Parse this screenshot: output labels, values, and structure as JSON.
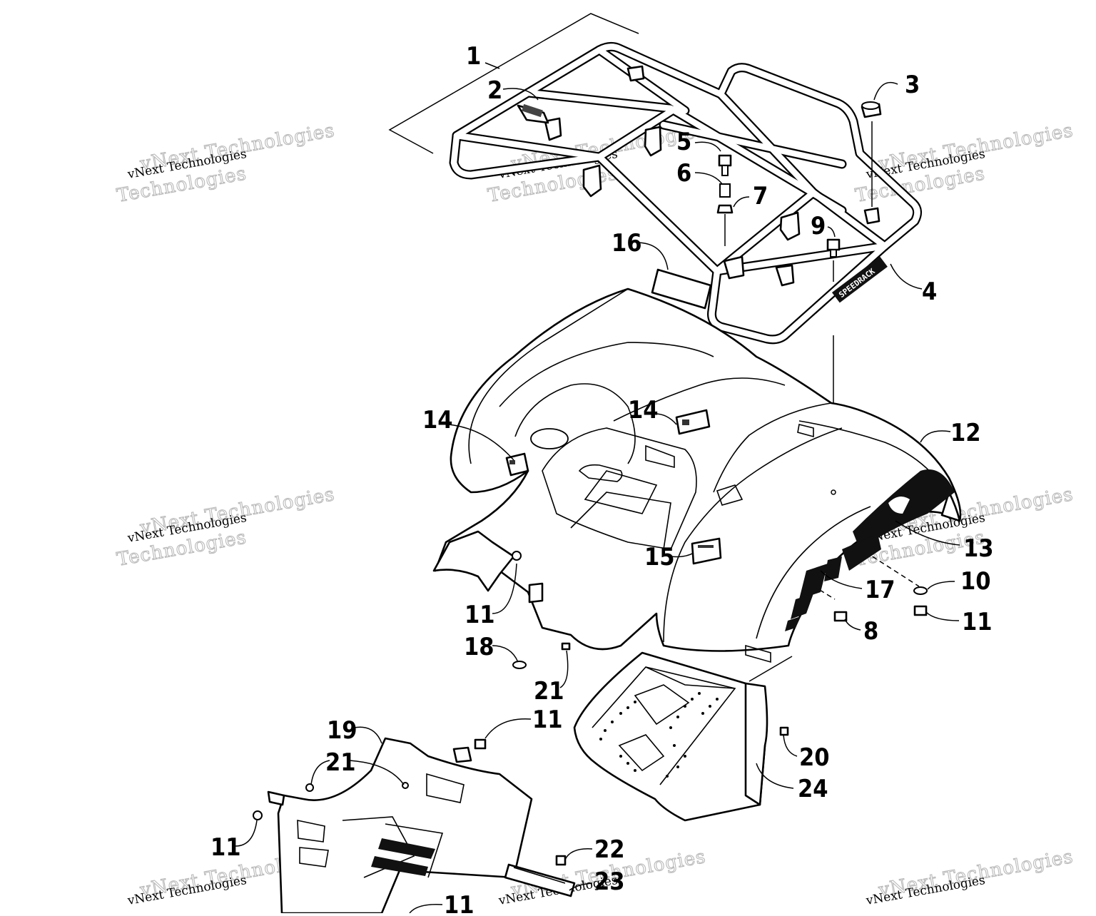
{
  "diagram": {
    "callouts": [
      "1",
      "2",
      "3",
      "4",
      "5",
      "6",
      "7",
      "8",
      "9",
      "10",
      "11",
      "12",
      "13",
      "14",
      "15",
      "16",
      "17",
      "18",
      "19",
      "20",
      "21",
      "22",
      "23",
      "24"
    ],
    "rack_decal_text": "SPEEDRACK",
    "watermark": {
      "line1": "vNext Technologies",
      "line2": "Technologies"
    }
  }
}
